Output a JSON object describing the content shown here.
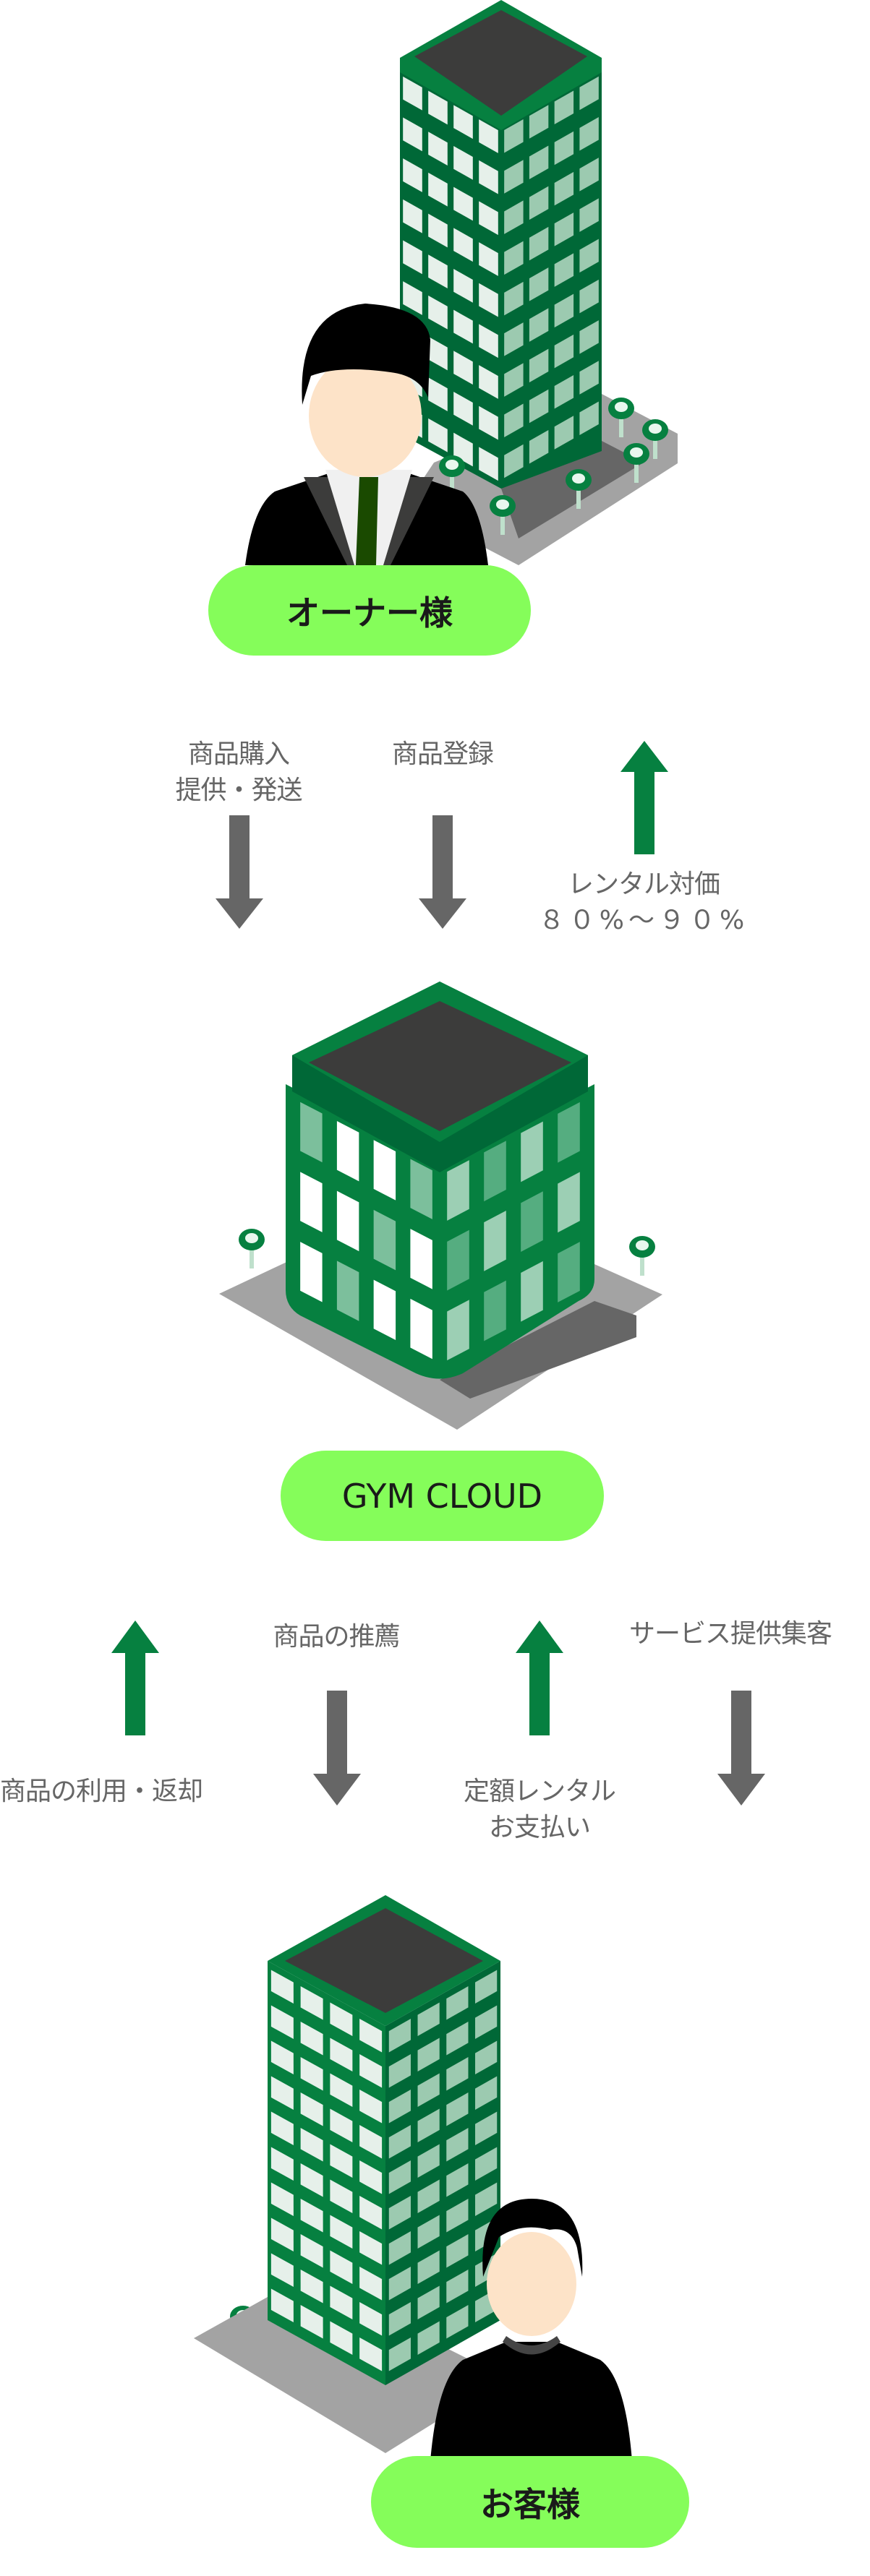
{
  "owner": {
    "label": "オーナー様"
  },
  "gym": {
    "label": "GYM CLOUD"
  },
  "customer": {
    "label": "お客様"
  },
  "flows_top": {
    "purchase": [
      "商品購入",
      "提供・発送"
    ],
    "register": "商品登録",
    "rental_fee": [
      "レンタル対価",
      "８０%〜９０%"
    ]
  },
  "flows_bottom": {
    "use_return": "商品の利用・返却",
    "recommend": "商品の推薦",
    "payment": [
      "定額レンタル",
      "お支払い"
    ],
    "service": "サービス提供集客"
  },
  "colors": {
    "green": "#068040",
    "dark_green": "#006837",
    "roof": "#3c3c3b",
    "pill": "#85fd5a",
    "gray_arrow": "#666666"
  }
}
